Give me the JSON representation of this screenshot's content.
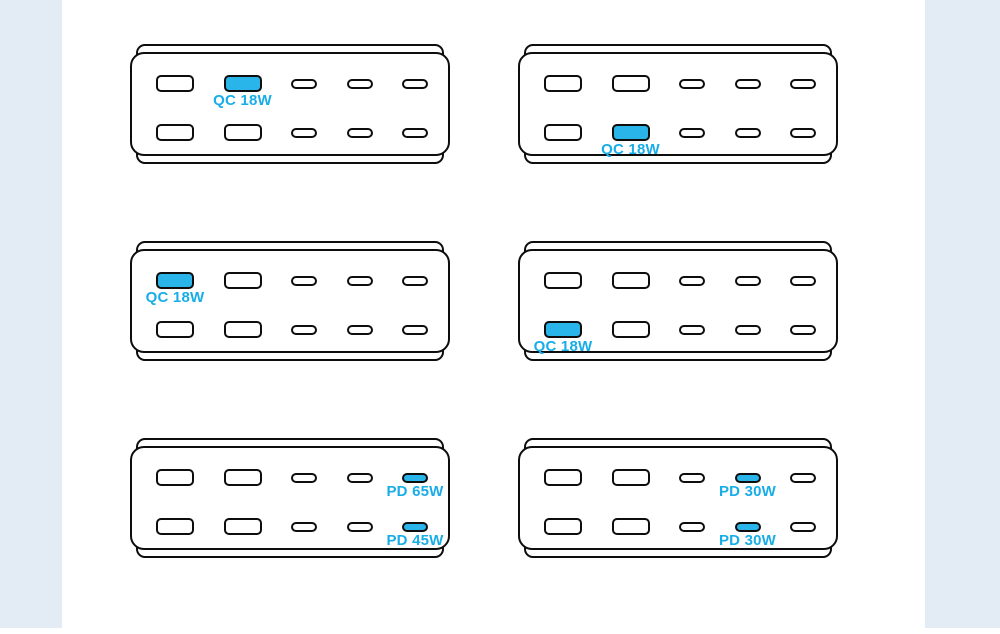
{
  "page": {
    "panel_color": "#e3ebf5",
    "outline_color": "#0d0d0d",
    "accent_fill_color": "#29b5e9",
    "accent_text_color": "#18ade8"
  },
  "devices": [
    {
      "id": "top-left",
      "rows": [
        {
          "ports": [
            {
              "type": "usb-a",
              "active": false
            },
            {
              "type": "usb-a",
              "active": true,
              "label": "QC 18W"
            },
            {
              "type": "usb-c",
              "active": false
            },
            {
              "type": "usb-c",
              "active": false
            },
            {
              "type": "usb-c",
              "active": false
            }
          ]
        },
        {
          "ports": [
            {
              "type": "usb-a",
              "active": false
            },
            {
              "type": "usb-a",
              "active": false
            },
            {
              "type": "usb-c",
              "active": false
            },
            {
              "type": "usb-c",
              "active": false
            },
            {
              "type": "usb-c",
              "active": false
            }
          ]
        }
      ]
    },
    {
      "id": "top-right",
      "rows": [
        {
          "ports": [
            {
              "type": "usb-a",
              "active": false
            },
            {
              "type": "usb-a",
              "active": false
            },
            {
              "type": "usb-c",
              "active": false
            },
            {
              "type": "usb-c",
              "active": false
            },
            {
              "type": "usb-c",
              "active": false
            }
          ]
        },
        {
          "ports": [
            {
              "type": "usb-a",
              "active": false
            },
            {
              "type": "usb-a",
              "active": true,
              "label": "QC 18W"
            },
            {
              "type": "usb-c",
              "active": false
            },
            {
              "type": "usb-c",
              "active": false
            },
            {
              "type": "usb-c",
              "active": false
            }
          ]
        }
      ]
    },
    {
      "id": "middle-left",
      "rows": [
        {
          "ports": [
            {
              "type": "usb-a",
              "active": true,
              "label": "QC 18W"
            },
            {
              "type": "usb-a",
              "active": false
            },
            {
              "type": "usb-c",
              "active": false
            },
            {
              "type": "usb-c",
              "active": false
            },
            {
              "type": "usb-c",
              "active": false
            }
          ]
        },
        {
          "ports": [
            {
              "type": "usb-a",
              "active": false
            },
            {
              "type": "usb-a",
              "active": false
            },
            {
              "type": "usb-c",
              "active": false
            },
            {
              "type": "usb-c",
              "active": false
            },
            {
              "type": "usb-c",
              "active": false
            }
          ]
        }
      ]
    },
    {
      "id": "middle-right",
      "rows": [
        {
          "ports": [
            {
              "type": "usb-a",
              "active": false
            },
            {
              "type": "usb-a",
              "active": false
            },
            {
              "type": "usb-c",
              "active": false
            },
            {
              "type": "usb-c",
              "active": false
            },
            {
              "type": "usb-c",
              "active": false
            }
          ]
        },
        {
          "ports": [
            {
              "type": "usb-a",
              "active": true,
              "label": "QC 18W"
            },
            {
              "type": "usb-a",
              "active": false
            },
            {
              "type": "usb-c",
              "active": false
            },
            {
              "type": "usb-c",
              "active": false
            },
            {
              "type": "usb-c",
              "active": false
            }
          ]
        }
      ]
    },
    {
      "id": "bottom-left",
      "rows": [
        {
          "ports": [
            {
              "type": "usb-a",
              "active": false
            },
            {
              "type": "usb-a",
              "active": false
            },
            {
              "type": "usb-c",
              "active": false
            },
            {
              "type": "usb-c",
              "active": false
            },
            {
              "type": "usb-c",
              "active": true,
              "label": "PD 65W"
            }
          ]
        },
        {
          "ports": [
            {
              "type": "usb-a",
              "active": false
            },
            {
              "type": "usb-a",
              "active": false
            },
            {
              "type": "usb-c",
              "active": false
            },
            {
              "type": "usb-c",
              "active": false
            },
            {
              "type": "usb-c",
              "active": true,
              "label": "PD 45W"
            }
          ]
        }
      ]
    },
    {
      "id": "bottom-right",
      "rows": [
        {
          "ports": [
            {
              "type": "usb-a",
              "active": false
            },
            {
              "type": "usb-a",
              "active": false
            },
            {
              "type": "usb-c",
              "active": false
            },
            {
              "type": "usb-c",
              "active": true,
              "label": "PD 30W"
            },
            {
              "type": "usb-c",
              "active": false
            }
          ]
        },
        {
          "ports": [
            {
              "type": "usb-a",
              "active": false
            },
            {
              "type": "usb-a",
              "active": false
            },
            {
              "type": "usb-c",
              "active": false
            },
            {
              "type": "usb-c",
              "active": true,
              "label": "PD 30W"
            },
            {
              "type": "usb-c",
              "active": false
            }
          ]
        }
      ]
    }
  ]
}
